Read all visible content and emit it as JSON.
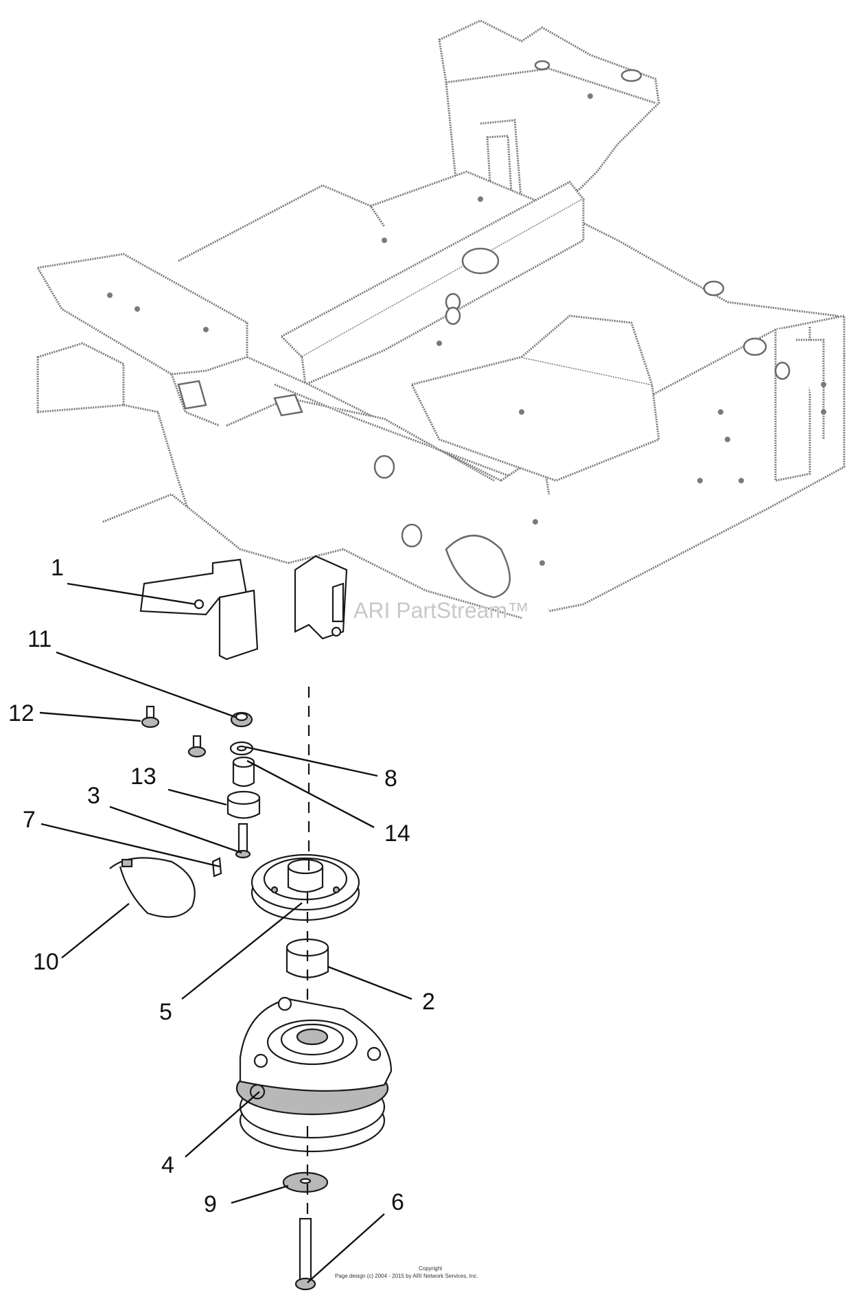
{
  "watermark": "ARI PartStream™",
  "footer": {
    "line1": "Copyright",
    "line2": "Page design (c) 2004 - 2015 by ARI Network Services, Inc."
  },
  "callouts": [
    {
      "id": "1",
      "label": "1"
    },
    {
      "id": "2",
      "label": "2"
    },
    {
      "id": "3",
      "label": "3"
    },
    {
      "id": "4",
      "label": "4"
    },
    {
      "id": "5",
      "label": "5"
    },
    {
      "id": "6",
      "label": "6"
    },
    {
      "id": "7",
      "label": "7"
    },
    {
      "id": "8",
      "label": "8"
    },
    {
      "id": "9",
      "label": "9"
    },
    {
      "id": "10",
      "label": "10"
    },
    {
      "id": "11",
      "label": "11"
    },
    {
      "id": "12",
      "label": "12"
    },
    {
      "id": "13",
      "label": "13"
    },
    {
      "id": "14",
      "label": "14"
    }
  ]
}
